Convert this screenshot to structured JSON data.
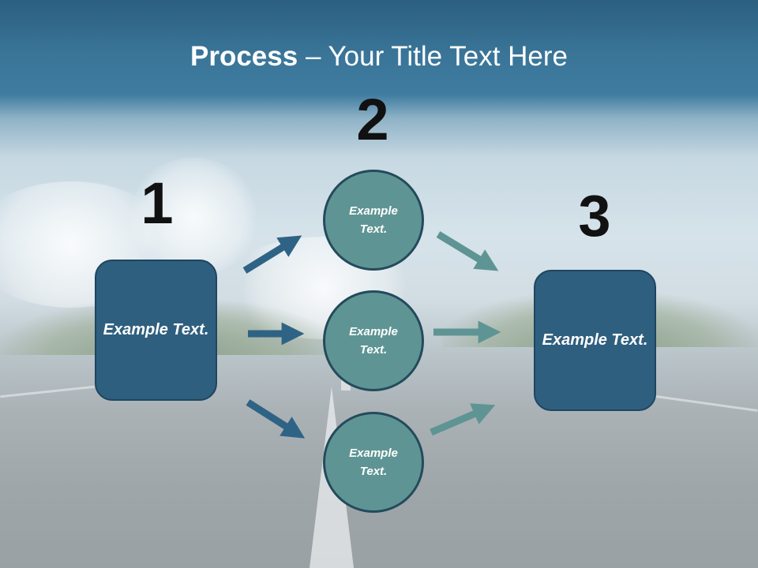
{
  "slide": {
    "title_strong": "Process",
    "title_rest": " – Your Title Text Here"
  },
  "steps": {
    "step1_number": "1",
    "step2_number": "2",
    "step3_number": "3"
  },
  "nodes": {
    "left_box": "Example Text.",
    "circle_top": "Example Text.",
    "circle_middle": "Example Text.",
    "circle_bottom": "Example Text.",
    "right_box": "Example Text."
  },
  "colors": {
    "box_fill": "#2f5f7f",
    "circle_fill": "#5f9494",
    "arrow_dark": "#2f6385",
    "arrow_teal": "#5f9494",
    "number_text": "#111111",
    "title_text": "#ffffff"
  }
}
